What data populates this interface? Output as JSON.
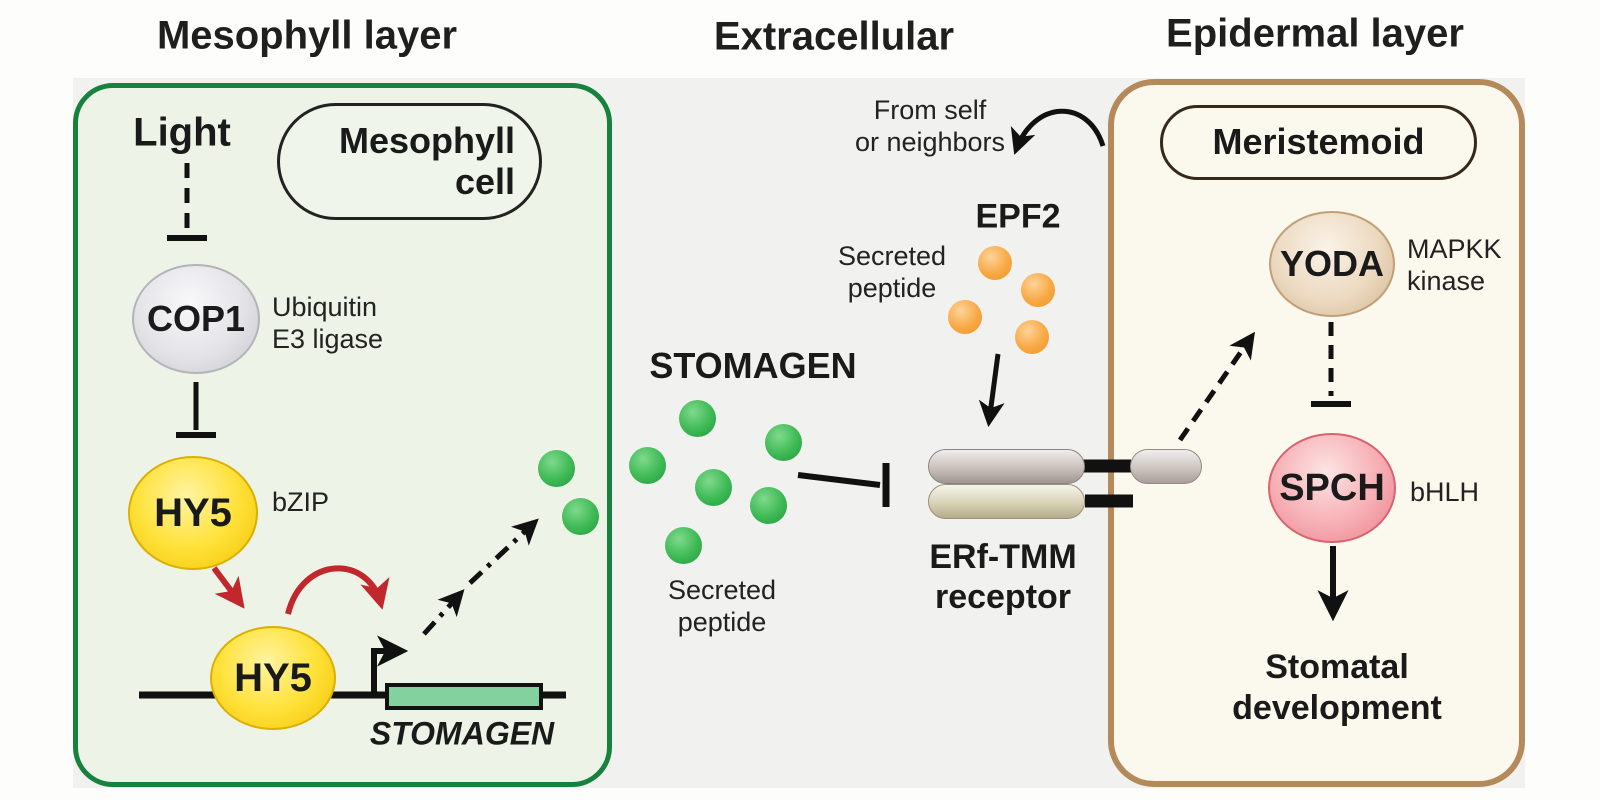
{
  "titles": {
    "mesophyll": "Mesophyll layer",
    "extracellular": "Extracellular",
    "epidermal": "Epidermal layer"
  },
  "mesophyll_cell": {
    "cell_label": "Mesophyll\ncell",
    "light_label": "Light",
    "cop1_label": "COP1",
    "cop1_note": "Ubiquitin\nE3 ligase",
    "hy5_label": "HY5",
    "hy5_note": "bZIP",
    "hy5_bound_label": "HY5",
    "gene_label": "STOMAGEN"
  },
  "extracellular": {
    "stomagen_label": "STOMAGEN",
    "stomagen_note": "Secreted\npeptide",
    "stomagen_dot_count": 8,
    "epf2_label": "EPF2",
    "epf2_note": "Secreted\npeptide",
    "epf2_dot_count": 4,
    "origin_note": "From self\nor neighbors",
    "receptor_label": "ERf-TMM\nreceptor"
  },
  "meristemoid": {
    "cell_label": "Meristemoid",
    "yoda_label": "YODA",
    "yoda_note": "MAPKK\nkinase",
    "spch_label": "SPCH",
    "spch_note": "bHLH",
    "outcome_label": "Stomatal\ndevelopment"
  },
  "colors": {
    "mesophyll_box_border": "#17813e",
    "mesophyll_box_fill": "#edf4e7",
    "epidermal_box_border": "#b58a5b",
    "epidermal_box_fill": "#fbf8ee",
    "stomagen_peptide_green": "#3db954",
    "epf2_peptide_orange": "#f8a843",
    "cop1_fill": "#e4e4e8",
    "hy5_fill": "#ffe23c",
    "yoda_fill": "#ecd9c0",
    "spch_fill": "#f7b3b8",
    "gene_box_fill": "#82d19e",
    "activation_arrow_red": "#c1272d",
    "line_black": "#111111"
  }
}
